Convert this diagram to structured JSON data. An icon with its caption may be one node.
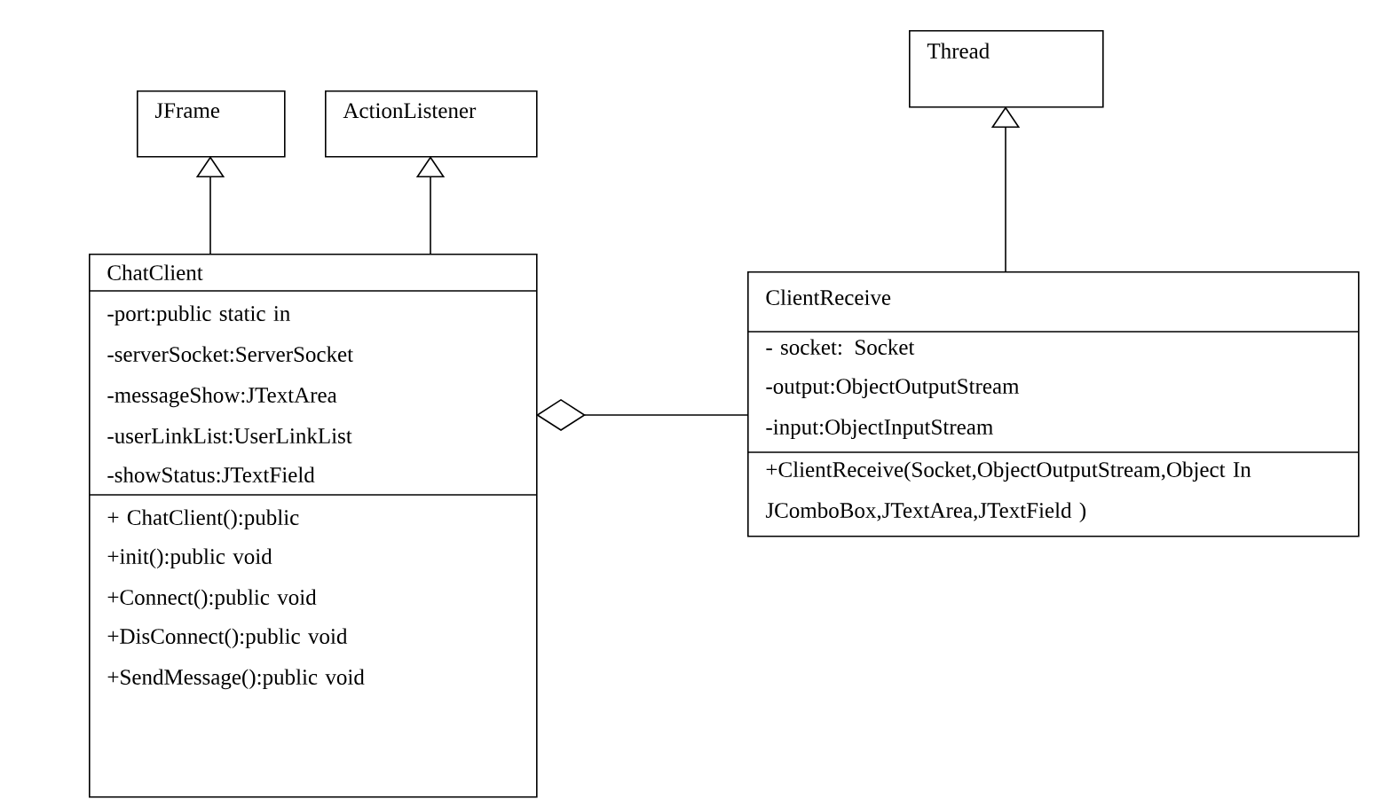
{
  "diagram": {
    "nodes": [
      {
        "text": [
          "JFrame"
        ]
      },
      {
        "text": [
          "ActionListener"
        ]
      },
      {
        "text": [
          "Thread"
        ]
      },
      {
        "text": [
          "ChatClient",
          "-port:public static in",
          "-serverSocket:ServerSocket",
          "-messageShow:JTextArea",
          "-userLinkList:UserLinkList",
          "-showStatus:JTextField",
          "+ ChatClient():public",
          "+init():public void",
          "+Connect():public void",
          "+DisConnect():public void",
          "+SendMessage():public void"
        ]
      },
      {
        "text": [
          "ClientReceive",
          "- socket: Socket",
          "-output:ObjectOutputStream",
          "-input:ObjectInputStream",
          "+ClientReceive(Socket,ObjectOutputStream,Object In JComboBox,JTextArea,JTextField )"
        ]
      }
    ],
    "edges": [
      {
        "from": 3,
        "to": 0,
        "arrow": "to"
      },
      {
        "from": 3,
        "to": 1,
        "arrow": "to"
      },
      {
        "from": 4,
        "to": 2,
        "arrow": "to"
      },
      {
        "from": 3,
        "to": 4,
        "arrow": "other"
      }
    ]
  }
}
